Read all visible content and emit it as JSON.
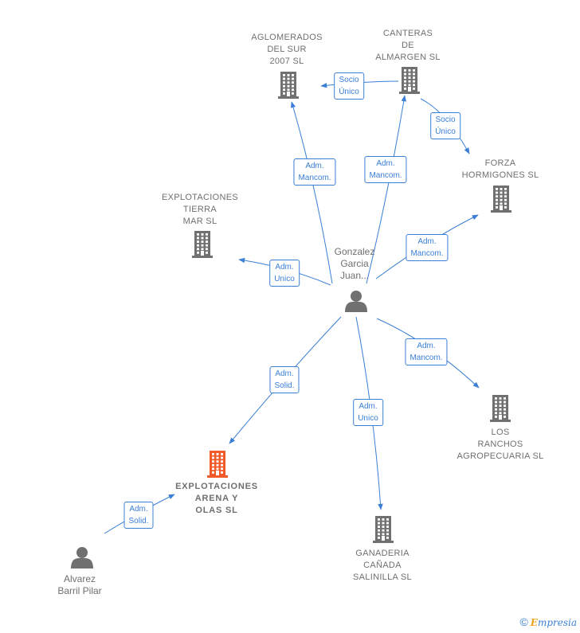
{
  "colors": {
    "edge": "#3a7fd5",
    "company": "#707070",
    "company_highlight": "#f25a2a",
    "person": "#707070"
  },
  "nodes": [
    {
      "id": "aglomerados",
      "type": "company",
      "lines": [
        "AGLOMERADOS",
        "DEL SUR",
        "2007 SL"
      ]
    },
    {
      "id": "canteras",
      "type": "company",
      "lines": [
        "CANTERAS",
        "DE",
        "ALMARGEN SL"
      ]
    },
    {
      "id": "forza",
      "type": "company",
      "lines": [
        "FORZA",
        "HORMIGONES SL"
      ]
    },
    {
      "id": "explotaciones_tierra",
      "type": "company",
      "lines": [
        "EXPLOTACIONES",
        "TIERRA",
        "MAR  SL"
      ]
    },
    {
      "id": "gonzalez",
      "type": "person",
      "lines": [
        "Gonzalez",
        "Garcia",
        "Juan..."
      ]
    },
    {
      "id": "los_ranchos",
      "type": "company",
      "lines": [
        "LOS",
        "RANCHOS",
        "AGROPECUARIA SL"
      ]
    },
    {
      "id": "explotaciones_arena",
      "type": "company-highlight",
      "lines": [
        "EXPLOTACIONES",
        "ARENA Y",
        "OLAS  SL"
      ]
    },
    {
      "id": "ganaderia",
      "type": "company",
      "lines": [
        "GANADERIA",
        "CAÑADA",
        "SALINILLA  SL"
      ]
    },
    {
      "id": "alvarez",
      "type": "person",
      "lines": [
        "Alvarez",
        "Barril Pilar"
      ]
    }
  ],
  "edges": [
    {
      "from": "gonzalez",
      "to": "aglomerados",
      "lines": [
        "Adm.",
        "Mancom."
      ]
    },
    {
      "from": "gonzalez",
      "to": "canteras",
      "lines": [
        "Adm.",
        "Mancom."
      ]
    },
    {
      "from": "gonzalez",
      "to": "forza",
      "lines": [
        "Adm.",
        "Mancom."
      ]
    },
    {
      "from": "gonzalez",
      "to": "explotaciones_tierra",
      "lines": [
        "Adm.",
        "Unico"
      ]
    },
    {
      "from": "gonzalez",
      "to": "los_ranchos",
      "lines": [
        "Adm.",
        "Mancom."
      ]
    },
    {
      "from": "gonzalez",
      "to": "explotaciones_arena",
      "lines": [
        "Adm.",
        "Solid."
      ]
    },
    {
      "from": "gonzalez",
      "to": "ganaderia",
      "lines": [
        "Adm.",
        "Unico"
      ]
    },
    {
      "from": "canteras",
      "to": "aglomerados",
      "lines": [
        "Socio",
        "Único"
      ]
    },
    {
      "from": "canteras",
      "to": "forza",
      "lines": [
        "Socio",
        "Único"
      ]
    },
    {
      "from": "alvarez",
      "to": "explotaciones_arena",
      "lines": [
        "Adm.",
        "Solid."
      ]
    }
  ],
  "footer": {
    "copyright": "©",
    "brand_initial": "E",
    "brand_rest": "mpresia"
  }
}
